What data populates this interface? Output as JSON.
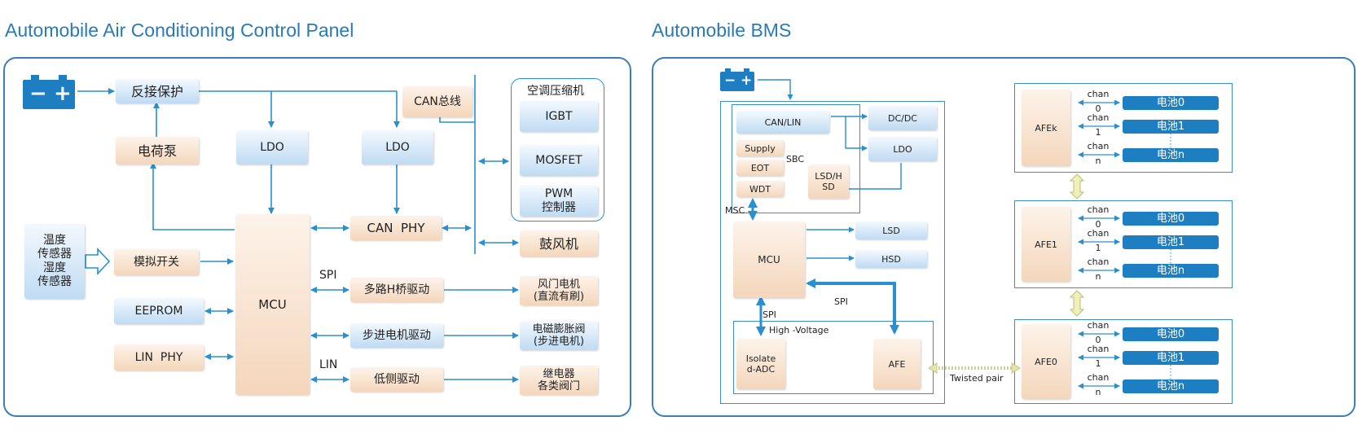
{
  "left": {
    "title": "Automobile Air Conditioning Control Panel",
    "reverse_protect": "反接保护",
    "charge_pump": "电荷泵",
    "ldo1": "LDO",
    "ldo2": "LDO",
    "can_bus": "CAN总线",
    "compressor_title": "空调压缩机",
    "igbt": "IGBT",
    "mosfet": "MOSFET",
    "pwm": "PWM\n控制器",
    "blower": "鼓风机",
    "can_phy": "CAN  PHY",
    "sensors": "温度\n传感器\n湿度\n传感器",
    "analog_switch": "模拟开关",
    "eeprom": "EEPROM",
    "lin_phy": "LIN  PHY",
    "mcu": "MCU",
    "spi": "SPI",
    "lin": "LIN",
    "hbridge": "多路H桥驱动",
    "stepper_drv": "步进电机驱动",
    "lowside_drv": "低侧驱动",
    "damper_motor": "风门电机\n(直流有刷)",
    "exp_valve": "电磁膨胀阀\n(步进电机)",
    "relay": "继电器\n各类阀门"
  },
  "right": {
    "title": "Automobile BMS",
    "can_lin": "CAN/LIN",
    "supply": "Supply",
    "eot": "EOT",
    "wdt": "WDT",
    "sbc": "SBC",
    "lsd_hsd": "LSD/H\nSD",
    "dcdc": "DC/DC",
    "ldo": "LDO",
    "msc": "MSC",
    "mcu": "MCU",
    "lsd": "LSD",
    "hsd": "HSD",
    "spi_right": "SPI",
    "spi_left": "SPI",
    "high_voltage": "High -Voltage",
    "isolated_adc": "Isolate\nd-ADC",
    "afe": "AFE",
    "twisted_pair": "Twisted pair",
    "chan_text": "chan",
    "dots": "·",
    "afe_groups": [
      {
        "name": "AFEk",
        "chans": [
          "0",
          "1",
          "n"
        ],
        "cells": [
          "电池0",
          "电池1",
          "电池n"
        ]
      },
      {
        "name": "AFE1",
        "chans": [
          "0",
          "1",
          "n"
        ],
        "cells": [
          "电池0",
          "电池1",
          "电池n"
        ]
      },
      {
        "name": "AFE0",
        "chans": [
          "0",
          "1",
          "n"
        ],
        "cells": [
          "电池0",
          "电池1",
          "电池n"
        ]
      }
    ]
  },
  "colors": {
    "accent": "#3b7fb8",
    "wire": "#2a8fce",
    "cell": "#1d7fc2",
    "box_blue": "#bfdbf3",
    "box_peach": "#f4d6bb",
    "bus_link": "#e6e6a8"
  }
}
